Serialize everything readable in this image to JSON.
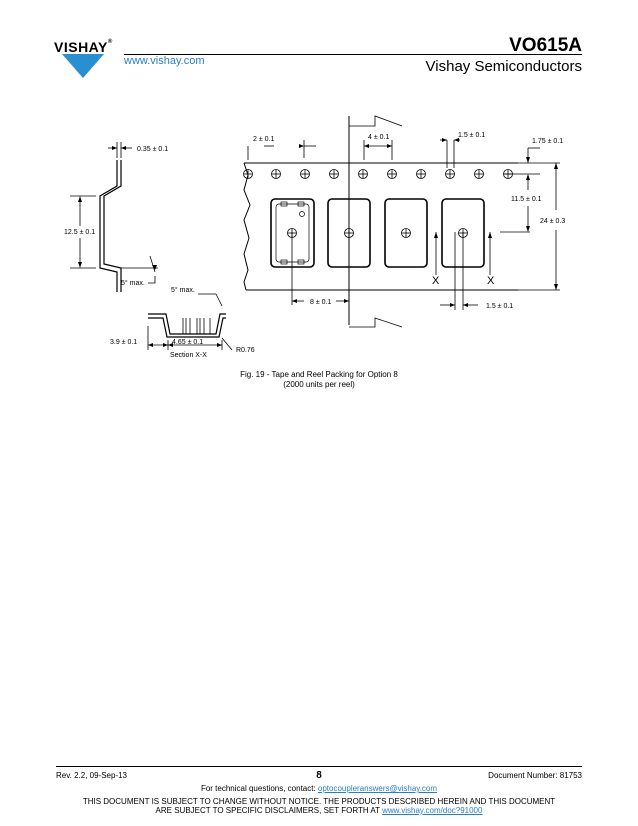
{
  "header": {
    "logo_text": "VISHAY",
    "logo_mark": "®",
    "website": "www.vishay.com",
    "part_number": "VO615A",
    "company": "Vishay Semiconductors"
  },
  "figure": {
    "dims": {
      "d035": "0.35 ± 0.1",
      "d125": "12.5 ± 0.1",
      "d5max_a": "5° max.",
      "d5max_b": "5° max.",
      "d39": "3.9 ± 0.1",
      "d465": "4.65 ± 0.1",
      "r076": "R0.76",
      "section": "Section X-X",
      "d2": "2 ± 0.1",
      "d4": "4 ± 0.1",
      "d15top": "1.5 ± 0.1",
      "d175": "1.75 ± 0.1",
      "d115": "11.5 ± 0.1",
      "d24": "24 ± 0.3",
      "d8": "8 ± 0.1",
      "d15bot": "1.5 ± 0.1",
      "x1": "X",
      "x2": "X"
    },
    "caption_line1": "Fig. 19 - Tape and Reel Packing for Option 8",
    "caption_line2": "(2000 units per reel)"
  },
  "footer": {
    "revision": "Rev. 2.2, 09-Sep-13",
    "page": "8",
    "doc_number": "Document Number: 81753",
    "contact_prefix": "For technical questions, contact: ",
    "contact_email": "optocoupleranswers@vishay.com",
    "disclaimer_line1": "THIS DOCUMENT IS SUBJECT TO CHANGE WITHOUT NOTICE. THE PRODUCTS DESCRIBED HEREIN AND THIS DOCUMENT",
    "disclaimer_prefix": "ARE SUBJECT TO SPECIFIC DISCLAIMERS, SET FORTH AT ",
    "disclaimer_link": "www.vishay.com/doc?91000"
  }
}
